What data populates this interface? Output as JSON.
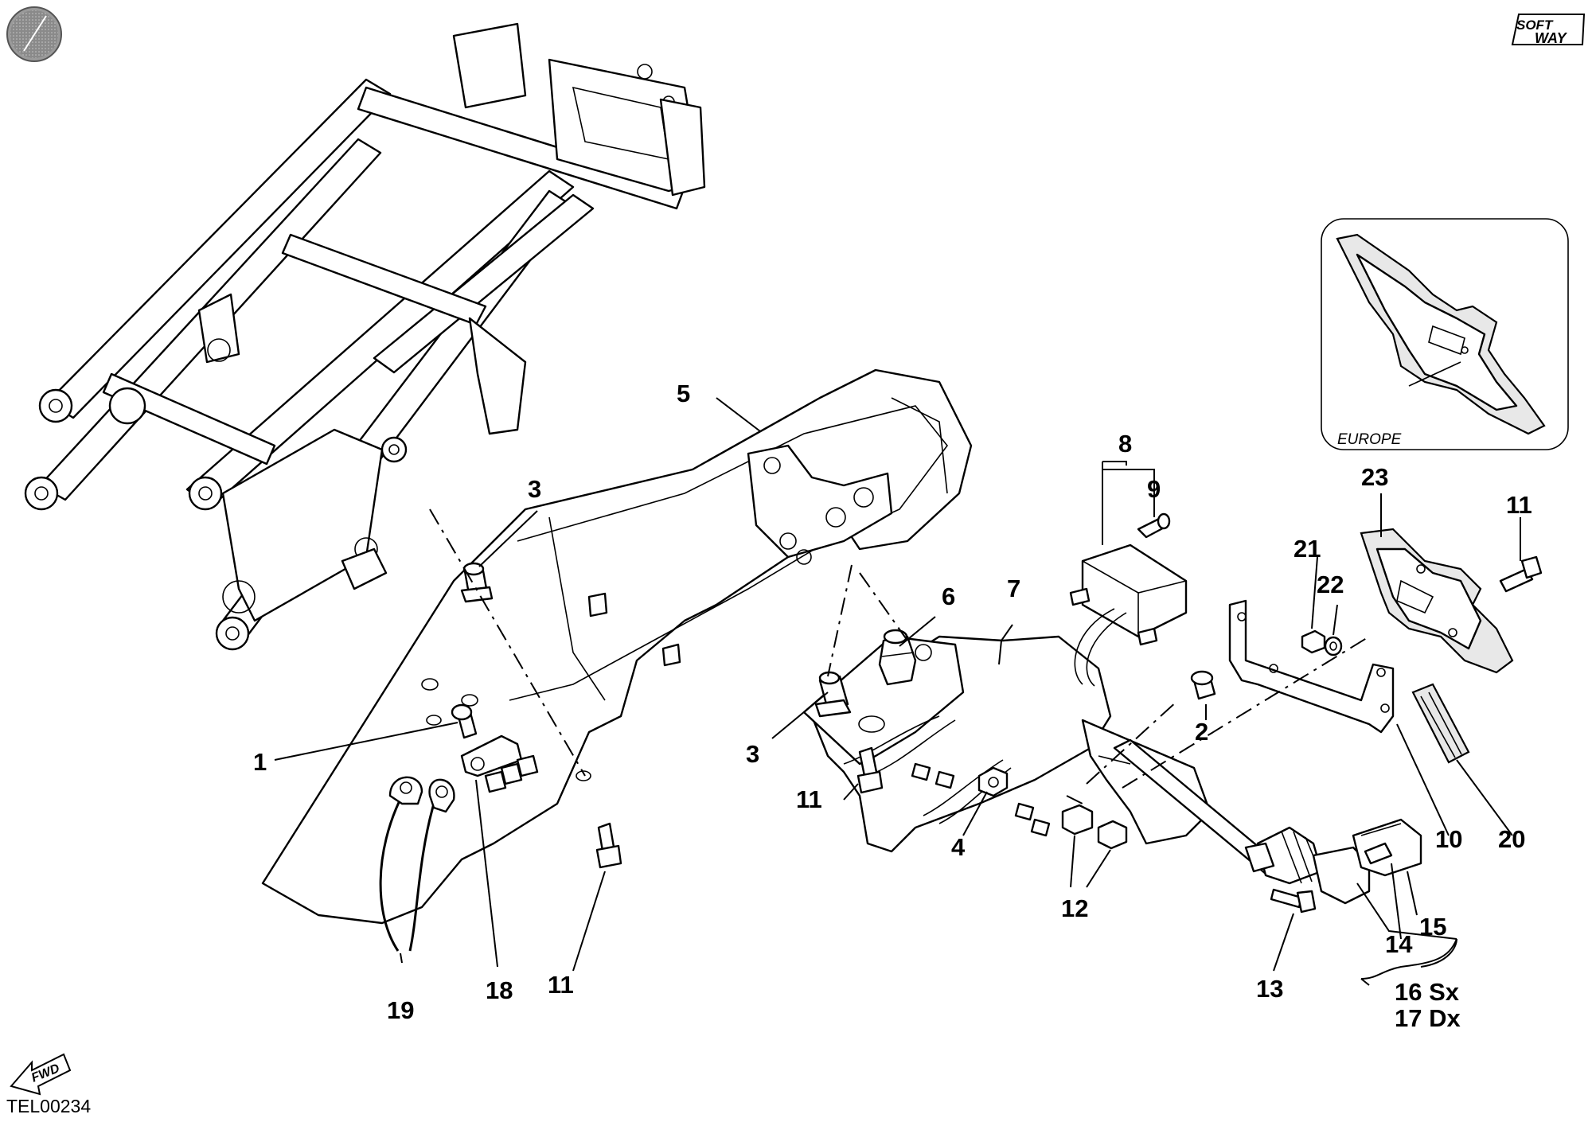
{
  "document": {
    "drawing_code": "TEL00234",
    "logo_text": [
      "SOFT",
      "WAY"
    ],
    "direction_arrow": "FWD",
    "inset_label": "EUROPE"
  },
  "callouts": {
    "c1": "1",
    "c2": "2",
    "c3a": "3",
    "c3b": "3",
    "c4": "4",
    "c5": "5",
    "c6": "6",
    "c7": "7",
    "c8": "8",
    "c9": "9",
    "c10": "10",
    "c11a": "11",
    "c11b": "11",
    "c11c": "11",
    "c12": "12",
    "c13": "13",
    "c14": "14",
    "c15": "15",
    "c16": "16 Sx",
    "c17": "17 Dx",
    "c18": "18",
    "c19": "19",
    "c20": "20",
    "c21": "21",
    "c22": "22",
    "c23": "23"
  },
  "icons": {
    "top_left": "grey-disc-icon",
    "top_right": "softway-logo",
    "bottom_left": "fwd-arrow-icon"
  }
}
